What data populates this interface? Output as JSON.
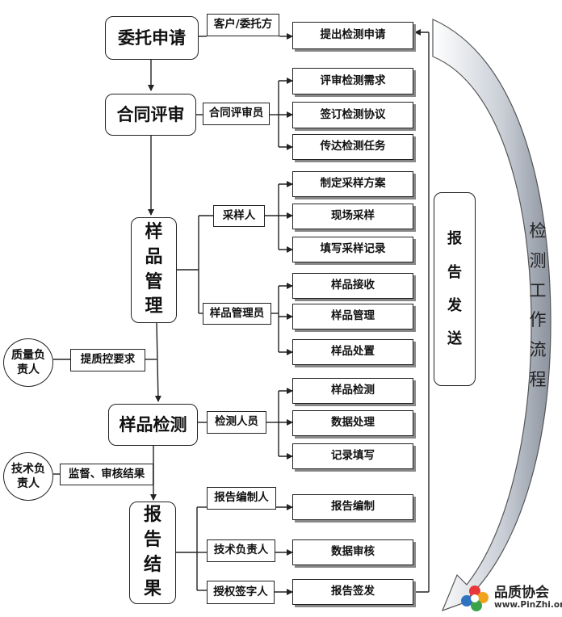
{
  "stages": {
    "commission": "委托申请",
    "contract": "合同评审",
    "sample_mgmt": [
      "样",
      "品",
      "管",
      "理"
    ],
    "testing": "样品检测",
    "result": [
      "报",
      "告",
      "结",
      "果"
    ]
  },
  "roles": {
    "client": "客户/委托方",
    "contract_reviewer": "合同评审员",
    "sampler": "采样人",
    "sample_admin": "样品管理员",
    "tester": "检测人员",
    "report_writer": "报告编制人",
    "tech_lead": "技术负责人",
    "signatory": "授权签字人",
    "qc_req": "提质控要求",
    "supervise": "监督、审核结果"
  },
  "tasks": {
    "submit": "提出检测申请",
    "review_req": "评审检测需求",
    "sign": "签订检测协议",
    "transmit": "传达检测任务",
    "plan": "制定采样方案",
    "field": "现场采样",
    "record_sampling": "填写采样记录",
    "receive": "样品接收",
    "manage": "样品管理",
    "dispose": "样品处置",
    "inspect": "样品检测",
    "process": "数据处理",
    "record": "记录填写",
    "compile": "报告编制",
    "audit": "数据审核",
    "issue": "报告签发"
  },
  "people": {
    "quality_lead": [
      "质量负",
      "责人"
    ],
    "tech_lead": [
      "技术负",
      "责人"
    ]
  },
  "report_send": [
    "报",
    "告",
    "发",
    "送"
  ],
  "side_title": [
    "检",
    "测",
    "工",
    "作",
    "流",
    "程"
  ],
  "logo": {
    "name": "品质协会",
    "url": "www.PinZhi.org"
  }
}
